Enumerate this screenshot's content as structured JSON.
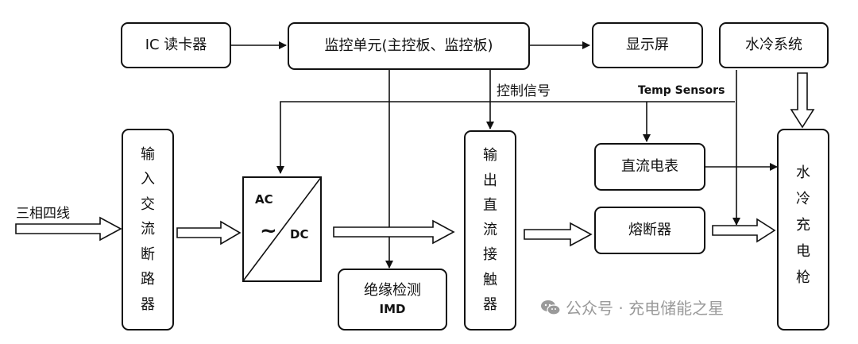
{
  "diagram": {
    "ic_reader": "IC 读卡器",
    "monitor_unit": "监控单元(主控板、监控板)",
    "display": "显示屏",
    "water_cooling_system": "水冷系统",
    "control_signal": "控制信号",
    "temp_sensors": "Temp Sensors",
    "three_phase": "三相四线",
    "input_breaker": [
      "输",
      "入",
      "交",
      "流",
      "断",
      "路",
      "器"
    ],
    "ac_label": "AC",
    "dc_label": "DC",
    "tilde": "~",
    "insulation_detect": "绝缘检测",
    "imd": "IMD",
    "output_contactor": [
      "输",
      "出",
      "直",
      "流",
      "接",
      "触",
      "器"
    ],
    "dc_meter": "直流电表",
    "fuse": "熔断器",
    "water_gun": [
      "水",
      "冷",
      "充",
      "电",
      "枪"
    ]
  },
  "watermark": {
    "text": "公众号 · 充电储能之星",
    "icon": "wechat-icon"
  }
}
